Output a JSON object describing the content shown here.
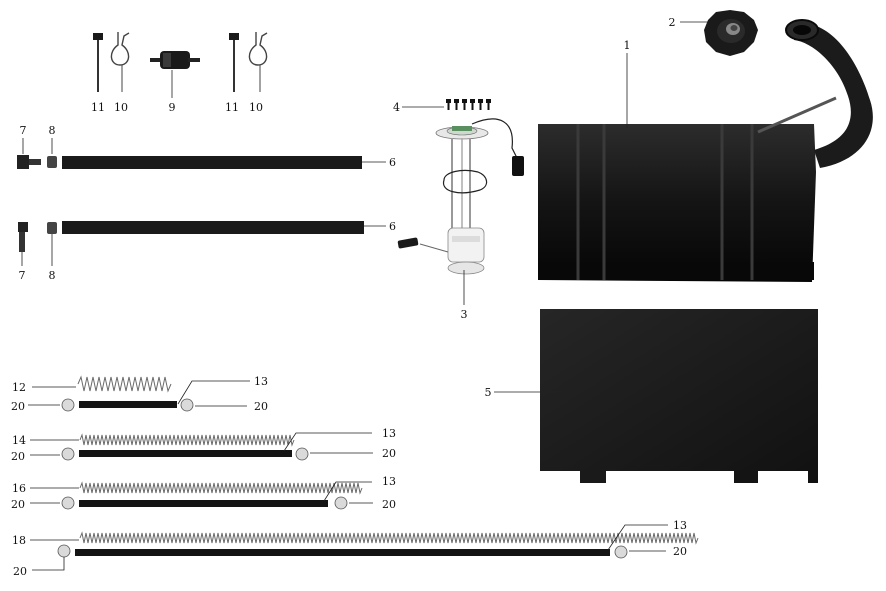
{
  "title": "",
  "callouts": {
    "tank": "1",
    "fuel_cap": "2",
    "fuel_pump": "3",
    "pump_bolts": "4",
    "heat_shield": "5",
    "strap_top": "6",
    "strap_bottom": "6",
    "bolt_top": "7",
    "bolt_bottom": "7",
    "washer_top": "8",
    "washer_bottom": "8",
    "inline_filter": "9",
    "hook_left": "10",
    "hook_right": "10",
    "pin_left": "11",
    "pin_right": "11",
    "spring_1": "12",
    "spring_2": "14",
    "spring_3": "16",
    "spring_4": "18",
    "hose_1": "13",
    "hose_2": "13",
    "hose_3": "13",
    "hose_4": "13",
    "clamp_1_left": "20",
    "clamp_1_right": "20",
    "clamp_2_left": "20",
    "clamp_2_right": "20",
    "clamp_3_left": "20",
    "clamp_3_right": "20",
    "clamp_4_left": "20",
    "clamp_4_right": "20"
  },
  "colors": {
    "part_black": "#141414",
    "label": "#111111",
    "background": "#ffffff"
  }
}
